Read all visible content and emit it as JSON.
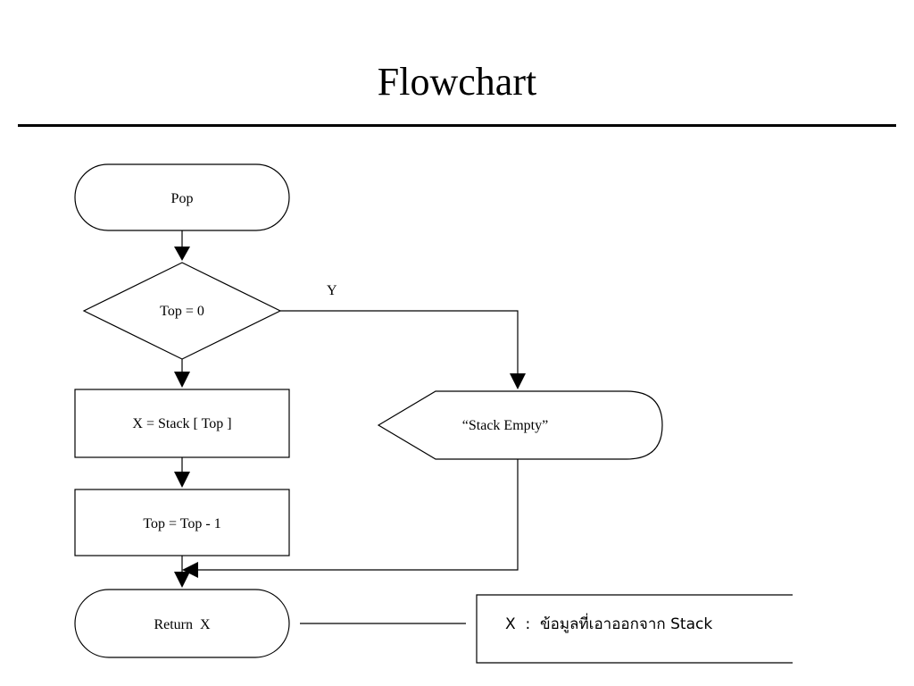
{
  "title": "Flowchart",
  "flowchart": {
    "start_label": "Pop",
    "decision_label": "Top = 0",
    "yes_label": "Y",
    "assign_label": "X = Stack [ Top ]",
    "decrement_label": "Top = Top - 1",
    "display_label": "“Stack Empty”",
    "end_label": "Return  X"
  },
  "legend": {
    "text": "X  :  ข้อมูลที่เอาออกจาก Stack"
  }
}
